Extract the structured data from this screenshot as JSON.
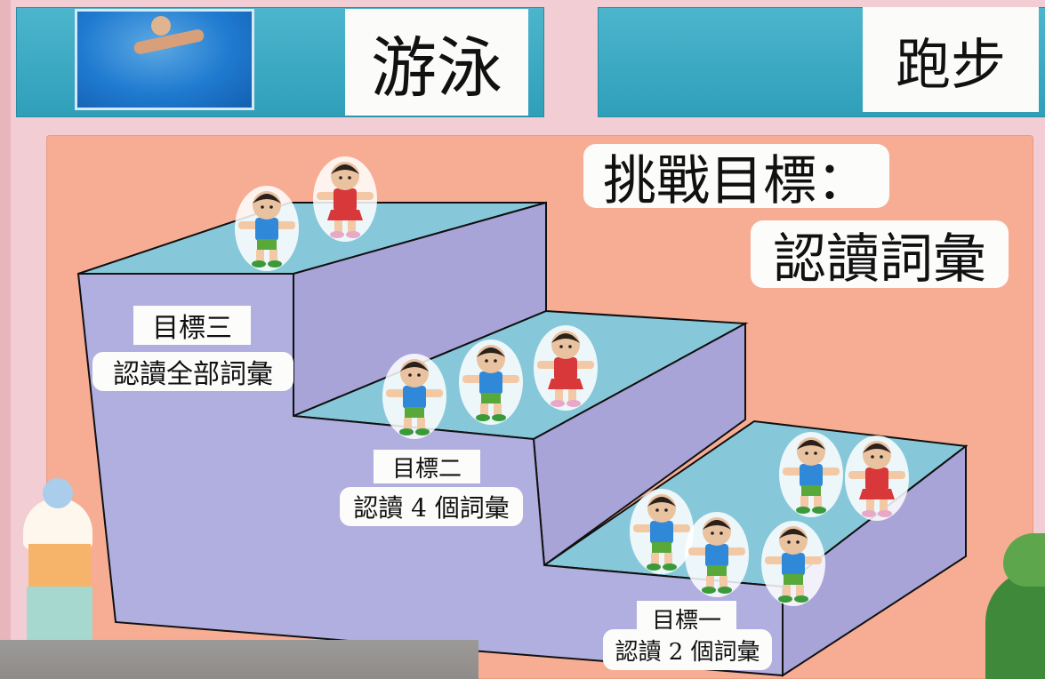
{
  "activities": [
    {
      "label": "游泳"
    },
    {
      "label": "跑步"
    }
  ],
  "challenge": {
    "line1": "挑戰目標：",
    "line2": "認讀詞彙"
  },
  "goals": [
    {
      "title": "目標三",
      "desc": "認讀全部詞彙"
    },
    {
      "title": "目標二",
      "desc": "認讀 4 個詞彙"
    },
    {
      "title": "目標一",
      "desc": "認讀 2 個詞彙"
    }
  ],
  "step_counts": {
    "goal_three": 2,
    "goal_two": 3,
    "goal_one": 5
  },
  "colors": {
    "wall": "#f3cdd4",
    "poster": "#f7ad93",
    "stair_side": "#a9a6da",
    "stair_top": "#7fc4d8",
    "top_panel": "#3aa8c2",
    "boy_shirt": "#2f88d8",
    "girl_dress": "#d8383a"
  }
}
